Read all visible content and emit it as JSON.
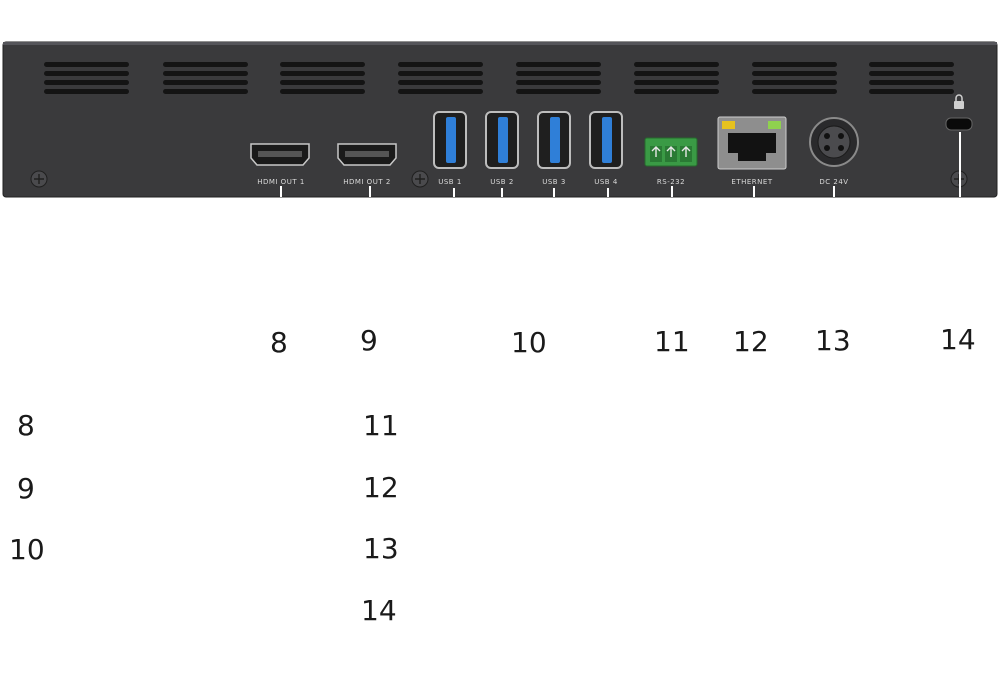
{
  "panel": {
    "port_labels": {
      "hdmi1": "HDMI OUT 1",
      "hdmi2": "HDMI OUT 2",
      "usb1": "USB 1",
      "usb2": "USB 2",
      "usb3": "USB 3",
      "usb4": "USB 4",
      "rs232": "RS-232",
      "ethernet": "ETHERNET",
      "dc": "DC 24V"
    },
    "colors": {
      "chassis": "#3a3a3c",
      "usb_blue": "#2f7fd8",
      "terminal_green": "#3a9a45",
      "led_yellow": "#e6c21e",
      "led_green": "#8fd14f"
    },
    "icons": [
      "lock-icon",
      "screw-icon"
    ]
  },
  "callouts": {
    "hdmi1": "8",
    "hdmi2": "9",
    "usb": "10",
    "rs232": "11",
    "ethernet": "12",
    "dc": "13",
    "lock": "14"
  },
  "legend": {
    "left": [
      "8",
      "9",
      "10"
    ],
    "right": [
      "11",
      "12",
      "13",
      "14"
    ]
  }
}
